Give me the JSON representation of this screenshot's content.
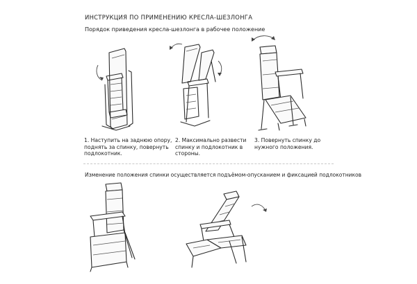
{
  "document": {
    "title": "ИНСТРУКЦИЯ ПО ПРИМЕНЕНИЮ КРЕСЛА-ШЕЗЛОНГА",
    "subtitle": "Порядок приведения кресла-шезлонга в рабочее положение",
    "steps": [
      {
        "lines": [
          "1. Наступить на заднюю опору,",
          "поднять за спинку, повернуть",
          "подлокотник."
        ]
      },
      {
        "lines": [
          "2. Максимально развести",
          "спинку и подлокотник в",
          "стороны."
        ]
      },
      {
        "lines": [
          "3. Повернуть спинку до",
          "нужного положения."
        ]
      }
    ],
    "section2": "Изменение положения спинки осуществляется подъёмом-опусканием и фиксацией подлокотников",
    "icons": [
      "rotate-arrow-icon"
    ]
  }
}
